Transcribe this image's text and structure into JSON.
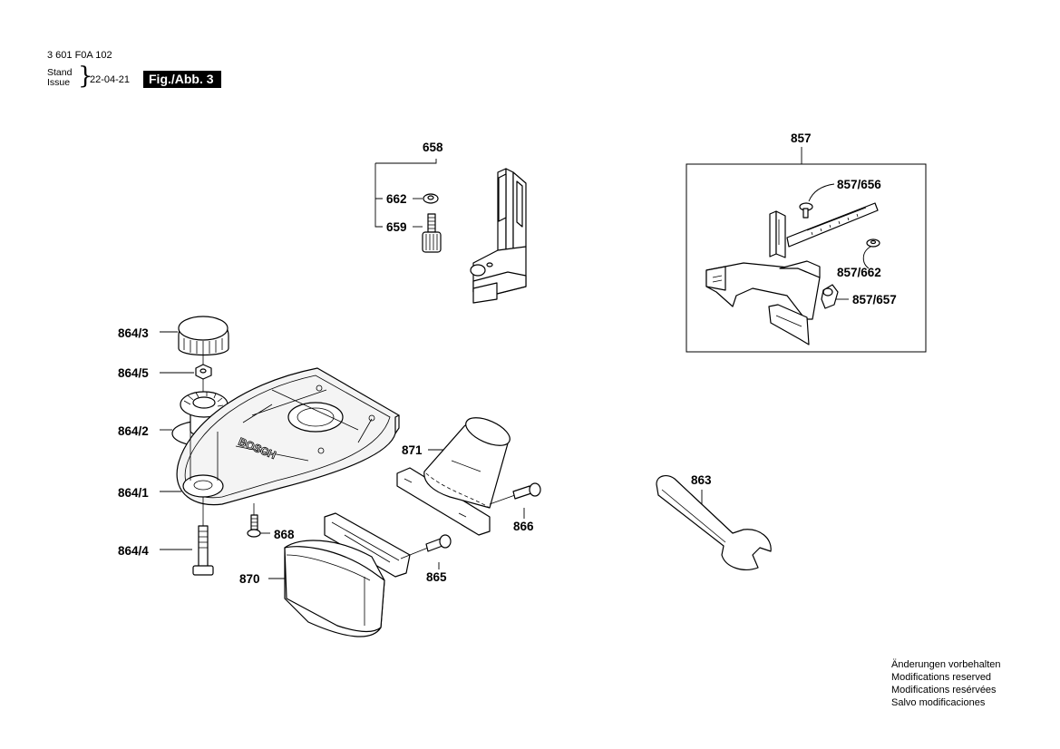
{
  "header": {
    "doc_number": "3 601 F0A 102",
    "stand_issue": [
      "Stand",
      "Issue"
    ],
    "date": "22-04-21",
    "figure": "Fig./Abb. 3"
  },
  "parts": {
    "p658": "658",
    "p662": "662",
    "p659": "659",
    "p857": "857",
    "p857_656": "857/656",
    "p857_662": "857/662",
    "p857_657": "857/657",
    "p864_3": "864/3",
    "p864_5": "864/5",
    "p864_2": "864/2",
    "p864_1": "864/1",
    "p864_4": "864/4",
    "p868": "868",
    "p870": "870",
    "p871": "871",
    "p865": "865",
    "p866": "866",
    "p863": "863"
  },
  "base_plate_logo": "BOSCH",
  "notes": [
    "Änderungen vorbehalten",
    "Modifications reserved",
    "Modifications resérvées",
    "Salvo modificaciones"
  ]
}
